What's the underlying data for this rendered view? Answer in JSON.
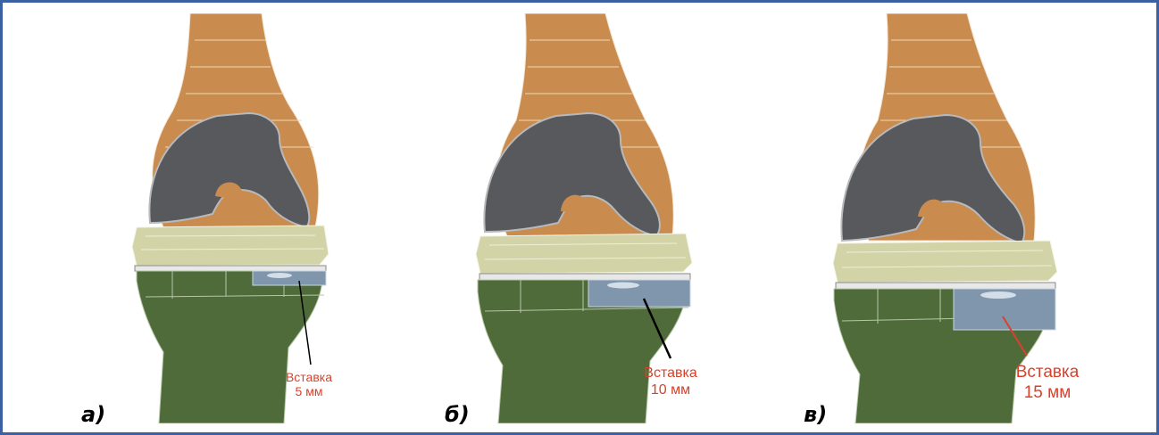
{
  "colors": {
    "border": "#3c60a4",
    "femur": "#c98b4e",
    "femoral_component": "#58595c",
    "poly_insert": "#d2d4a8",
    "tibia": "#4f6b3a",
    "augment": "#7f96ad"
  },
  "panels": [
    {
      "label": "а)",
      "callout": {
        "text": "Вставка",
        "size": "5 мм",
        "color": "#d9412a",
        "line_color": "#000000"
      }
    },
    {
      "label": "б)",
      "callout": {
        "text": "Вставка",
        "size": "10 мм",
        "color": "#d9412a",
        "line_color": "#000000"
      }
    },
    {
      "label": "в)",
      "callout": {
        "text": "Вставка",
        "size": "15 мм",
        "color": "#d9412a",
        "line_color": "#d9412a"
      }
    }
  ]
}
